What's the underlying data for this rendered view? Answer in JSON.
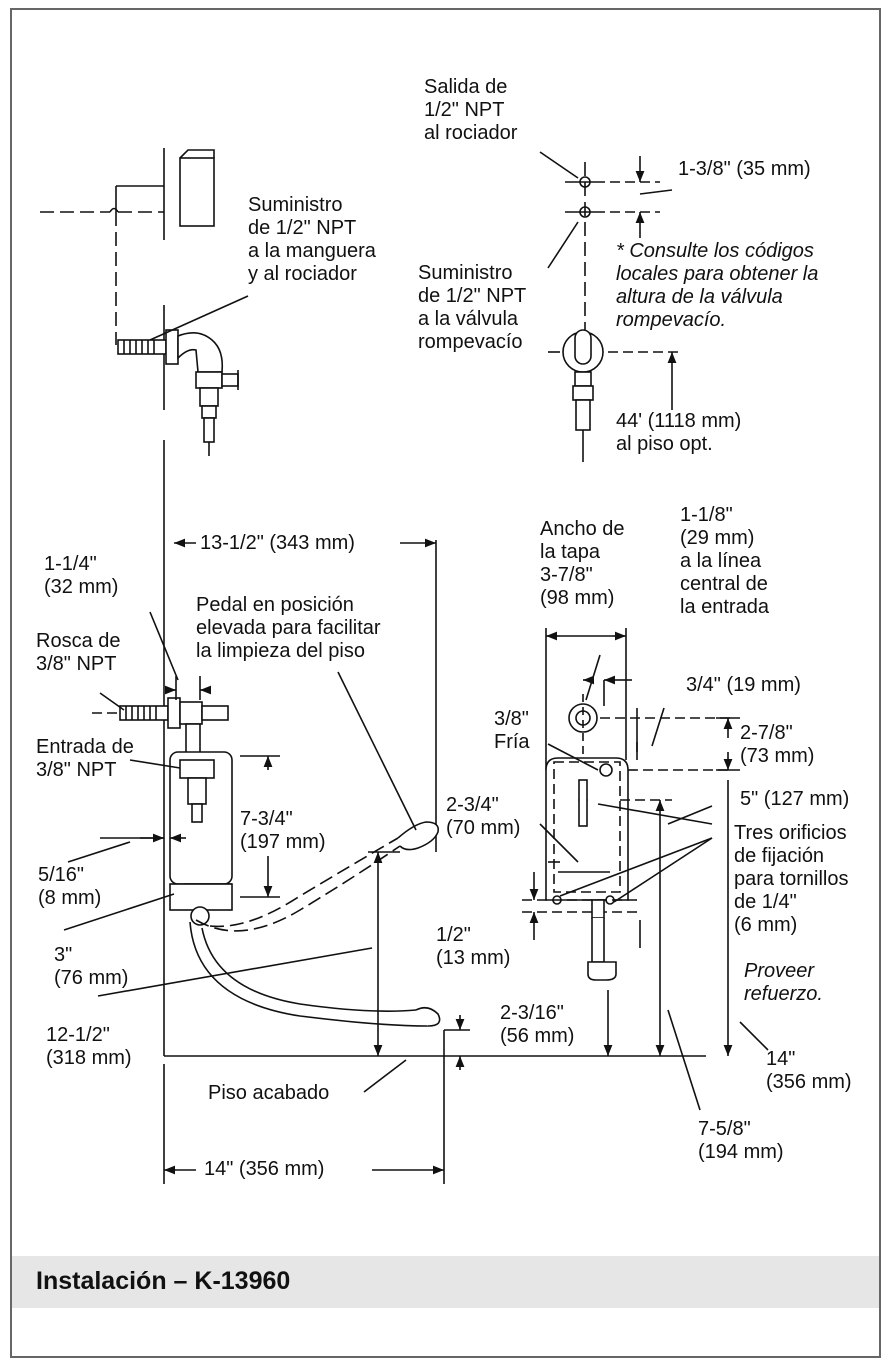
{
  "labels": {
    "salida": "Salida de\n1/2\" NPT\nal rociador",
    "dim_1_3_8": "1-3/8\" (35 mm)",
    "suministro_manguera": "Suministro\nde 1/2\" NPT\na la manguera\ny al rociador",
    "consulte": "* Consulte los códigos\nlocales para obtener la\naltura de la válvula\nrompevacío.",
    "suministro_valvula": "Suministro\nde 1/2\" NPT\na la válvula\nrompevacío",
    "dim_44": "44' (1118 mm)\nal piso opt.",
    "dim_13_1_2": "13-1/2\" (343 mm)",
    "dim_1_1_4": "1-1/4\"\n(32 mm)",
    "pedal": "Pedal en posición\nelevada para facilitar\nla limpieza del piso",
    "rosca": "Rosca de\n3/8\" NPT",
    "entrada": "Entrada de\n3/8\" NPT",
    "dim_7_3_4": "7-3/4\"\n(197 mm)",
    "dim_5_16": "5/16\"\n(8 mm)",
    "dim_3": "3\"\n(76 mm)",
    "dim_12_1_2": "12-1/2\"\n(318 mm)",
    "dim_2_3_4": "2-3/4\"\n(70 mm)",
    "dim_1_2": "1/2\"\n(13 mm)",
    "piso": "Piso acabado",
    "dim_14_bottom": "14\" (356 mm)",
    "ancho": "Ancho de\nla tapa\n3-7/8\"\n(98 mm)",
    "dim_1_1_8": "1-1/8\"\n(29 mm)\na la línea\ncentral de\nla entrada",
    "dim_3_4": "3/4\" (19 mm)",
    "fria": "3/8\"\nFría",
    "dim_2_7_8": "2-7/8\"\n(73 mm)",
    "dim_5": "5\" (127 mm)",
    "tres": "Tres orificios\nde fijación\npara tornillos\nde 1/4\"\n(6 mm)",
    "proveer": "Proveer\nrefuerzo.",
    "dim_2_3_16": "2-3/16\"\n(56 mm)",
    "dim_14_right": "14\"\n(356 mm)",
    "dim_7_5_8": "7-5/8\"\n(194 mm)"
  },
  "footer": {
    "title": "Instalación – K-13960"
  }
}
